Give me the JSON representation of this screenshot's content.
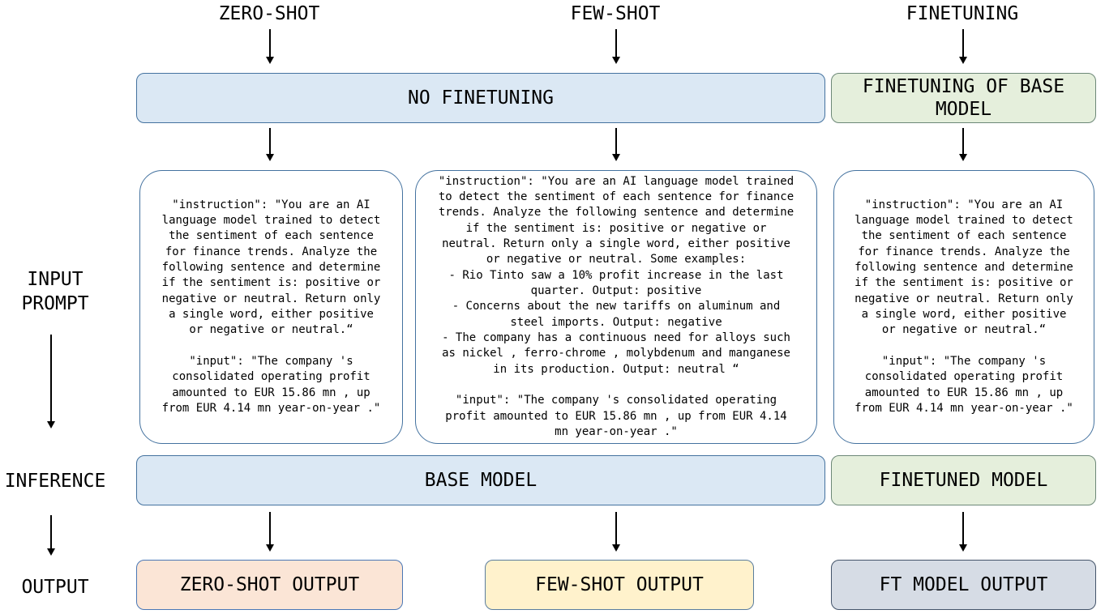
{
  "columns": {
    "zero_shot": "ZERO-SHOT",
    "few_shot": "FEW-SHOT",
    "finetuning": "FINETUNING"
  },
  "side_labels": {
    "input_prompt": "INPUT\nPROMPT",
    "inference": "INFERENCE",
    "output": "OUTPUT"
  },
  "stage_boxes": {
    "no_finetuning": "NO FINETUNING",
    "finetuning_of_base_model": "FINETUNING OF BASE MODEL",
    "base_model": "BASE MODEL",
    "finetuned_model": "FINETUNED MODEL"
  },
  "prompts": {
    "zero_shot": "\"instruction\": \"You are an AI language model trained to detect the sentiment of each sentence for finance trends. Analyze the following sentence and determine if the sentiment is: positive or negative or neutral. Return only a single word, either positive or negative or neutral.“\n\n\"input\": \"The company 's consolidated operating profit amounted to EUR 15.86 mn , up from EUR 4.14 mn year-on-year .\"",
    "few_shot": "\"instruction\": \"You are an AI language model trained to detect the sentiment of each sentence for finance trends. Analyze the following sentence and determine if the sentiment is: positive or negative or neutral. Return only a single word, either positive or negative or neutral. Some examples:\n- Rio Tinto saw a 10% profit increase in the last quarter. Output: positive\n- Concerns about the new tariffs on aluminum and steel imports. Output: negative\n- The company has a continuous need for alloys such as nickel , ferro-chrome , molybdenum and manganese in its production. Output: neutral “\n\n\"input\": \"The company 's consolidated operating profit amounted to EUR 15.86 mn , up from EUR 4.14 mn year-on-year .\"",
    "finetuning": "\"instruction\": \"You are an AI language model trained to detect the sentiment of each sentence for finance trends. Analyze the following sentence and determine if the sentiment is: positive or negative or neutral. Return only a single word, either positive or negative or neutral.“\n\n\"input\": \"The company 's consolidated operating profit amounted to EUR 15.86 mn , up from EUR 4.14 mn year-on-year .\""
  },
  "output_boxes": {
    "zero_shot": "ZERO-SHOT OUTPUT",
    "few_shot": "FEW-SHOT OUTPUT",
    "ft_model": "FT MODEL OUTPUT"
  },
  "colors": {
    "blue_fill": "#dbe8f4",
    "blue_border": "#44729f",
    "green_fill": "#e5efdc",
    "green_border": "#6d8878",
    "peach_fill": "#fbe5d6",
    "peach_border": "#4a77b5",
    "yellow_fill": "#fff2cc",
    "yellow_border": "#5a7d9e",
    "slate_fill": "#d6dce5",
    "slate_border": "#44546a",
    "prompt_box_border": "#44729f",
    "arrow": "#000000"
  }
}
